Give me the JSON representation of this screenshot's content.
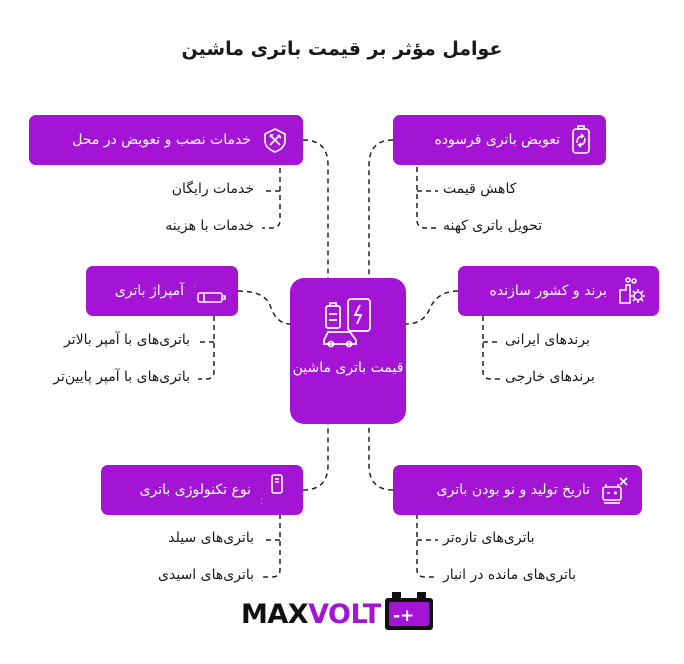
{
  "title": "عوامل مؤثر بر قیمت باتری ماشین",
  "center": {
    "label": "قیمت باتری ماشین",
    "icon": "car-battery-icon"
  },
  "factors": {
    "installation": {
      "label": "خدمات نصب و تعویض در محل",
      "icon": "wrench-screwdriver-icon",
      "items": [
        "خدمات رایگان",
        "خدمات با هزینه"
      ]
    },
    "trade_in": {
      "label": "تعویض باتری فرسوده",
      "icon": "battery-recycle-icon",
      "items": [
        "کاهش قیمت",
        "تحویل باتری کهنه"
      ]
    },
    "amperage": {
      "label": "آمپراژ باتری",
      "icon": "ohm-battery-icon",
      "items": [
        "باتری‌های با آمپر بالاتر",
        "باتری‌های با آمپر پایین‌تر"
      ]
    },
    "brand": {
      "label": "برند و کشور سازنده",
      "icon": "factory-gear-icon",
      "items": [
        "برندهای ایرانی",
        "برندهای خارجی"
      ]
    },
    "technology": {
      "label": "نوع تکنولوژی باتری",
      "icon": "type-c-icon",
      "items": [
        "باتری‌های سیلد",
        "باتری‌های اسیدی"
      ]
    },
    "manufacture_date": {
      "label": "تاریخ تولید و نو بودن باتری",
      "icon": "car-battery-check-icon",
      "items": [
        "باتری‌های تازه‌تر",
        "باتری‌های مانده در انبار"
      ]
    }
  },
  "logo": {
    "brand_part1": "MAX",
    "brand_part2": "VOLT",
    "battery_symbols": "-+"
  },
  "colors": {
    "accent": "#a414d4",
    "text": "#1a1a1a",
    "line": "#222222"
  }
}
